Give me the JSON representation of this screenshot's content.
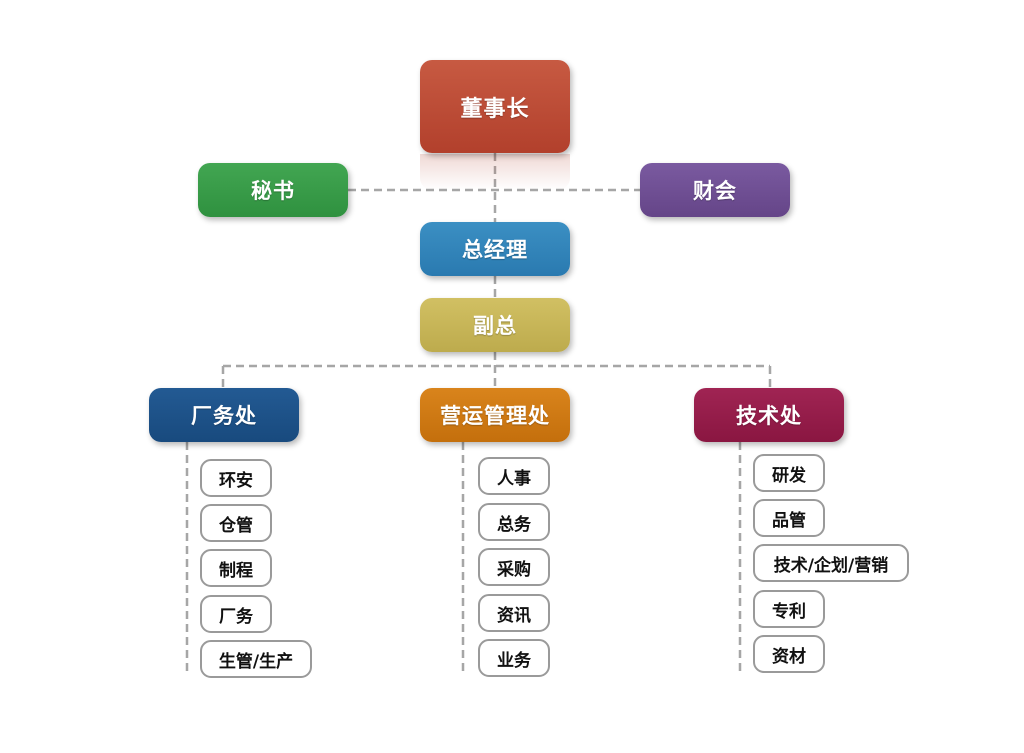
{
  "chart": {
    "top": {
      "chairman": "董事长",
      "secretary": "秘书",
      "finance": "财会",
      "general_manager": "总经理",
      "vice_president": "副总"
    },
    "departments": [
      {
        "name": "厂务处",
        "items": [
          "环安",
          "仓管",
          "制程",
          "厂务",
          "生管/生产"
        ]
      },
      {
        "name": "营运管理处",
        "items": [
          "人事",
          "总务",
          "采购",
          "资讯",
          "业务"
        ]
      },
      {
        "name": "技术处",
        "items": [
          "研发",
          "品管",
          "技术/企划/营销",
          "专利",
          "资材"
        ]
      }
    ]
  },
  "colors": {
    "chairman": "#b2402c",
    "secretary": "#2f913f",
    "finance": "#654588",
    "general_manager": "#2a7ab0",
    "vice_president": "#bdab4d",
    "dept_factory": "#184a7e",
    "dept_operations": "#c46f0c",
    "dept_technology": "#8a1641",
    "connector": "#a6a6a6"
  }
}
